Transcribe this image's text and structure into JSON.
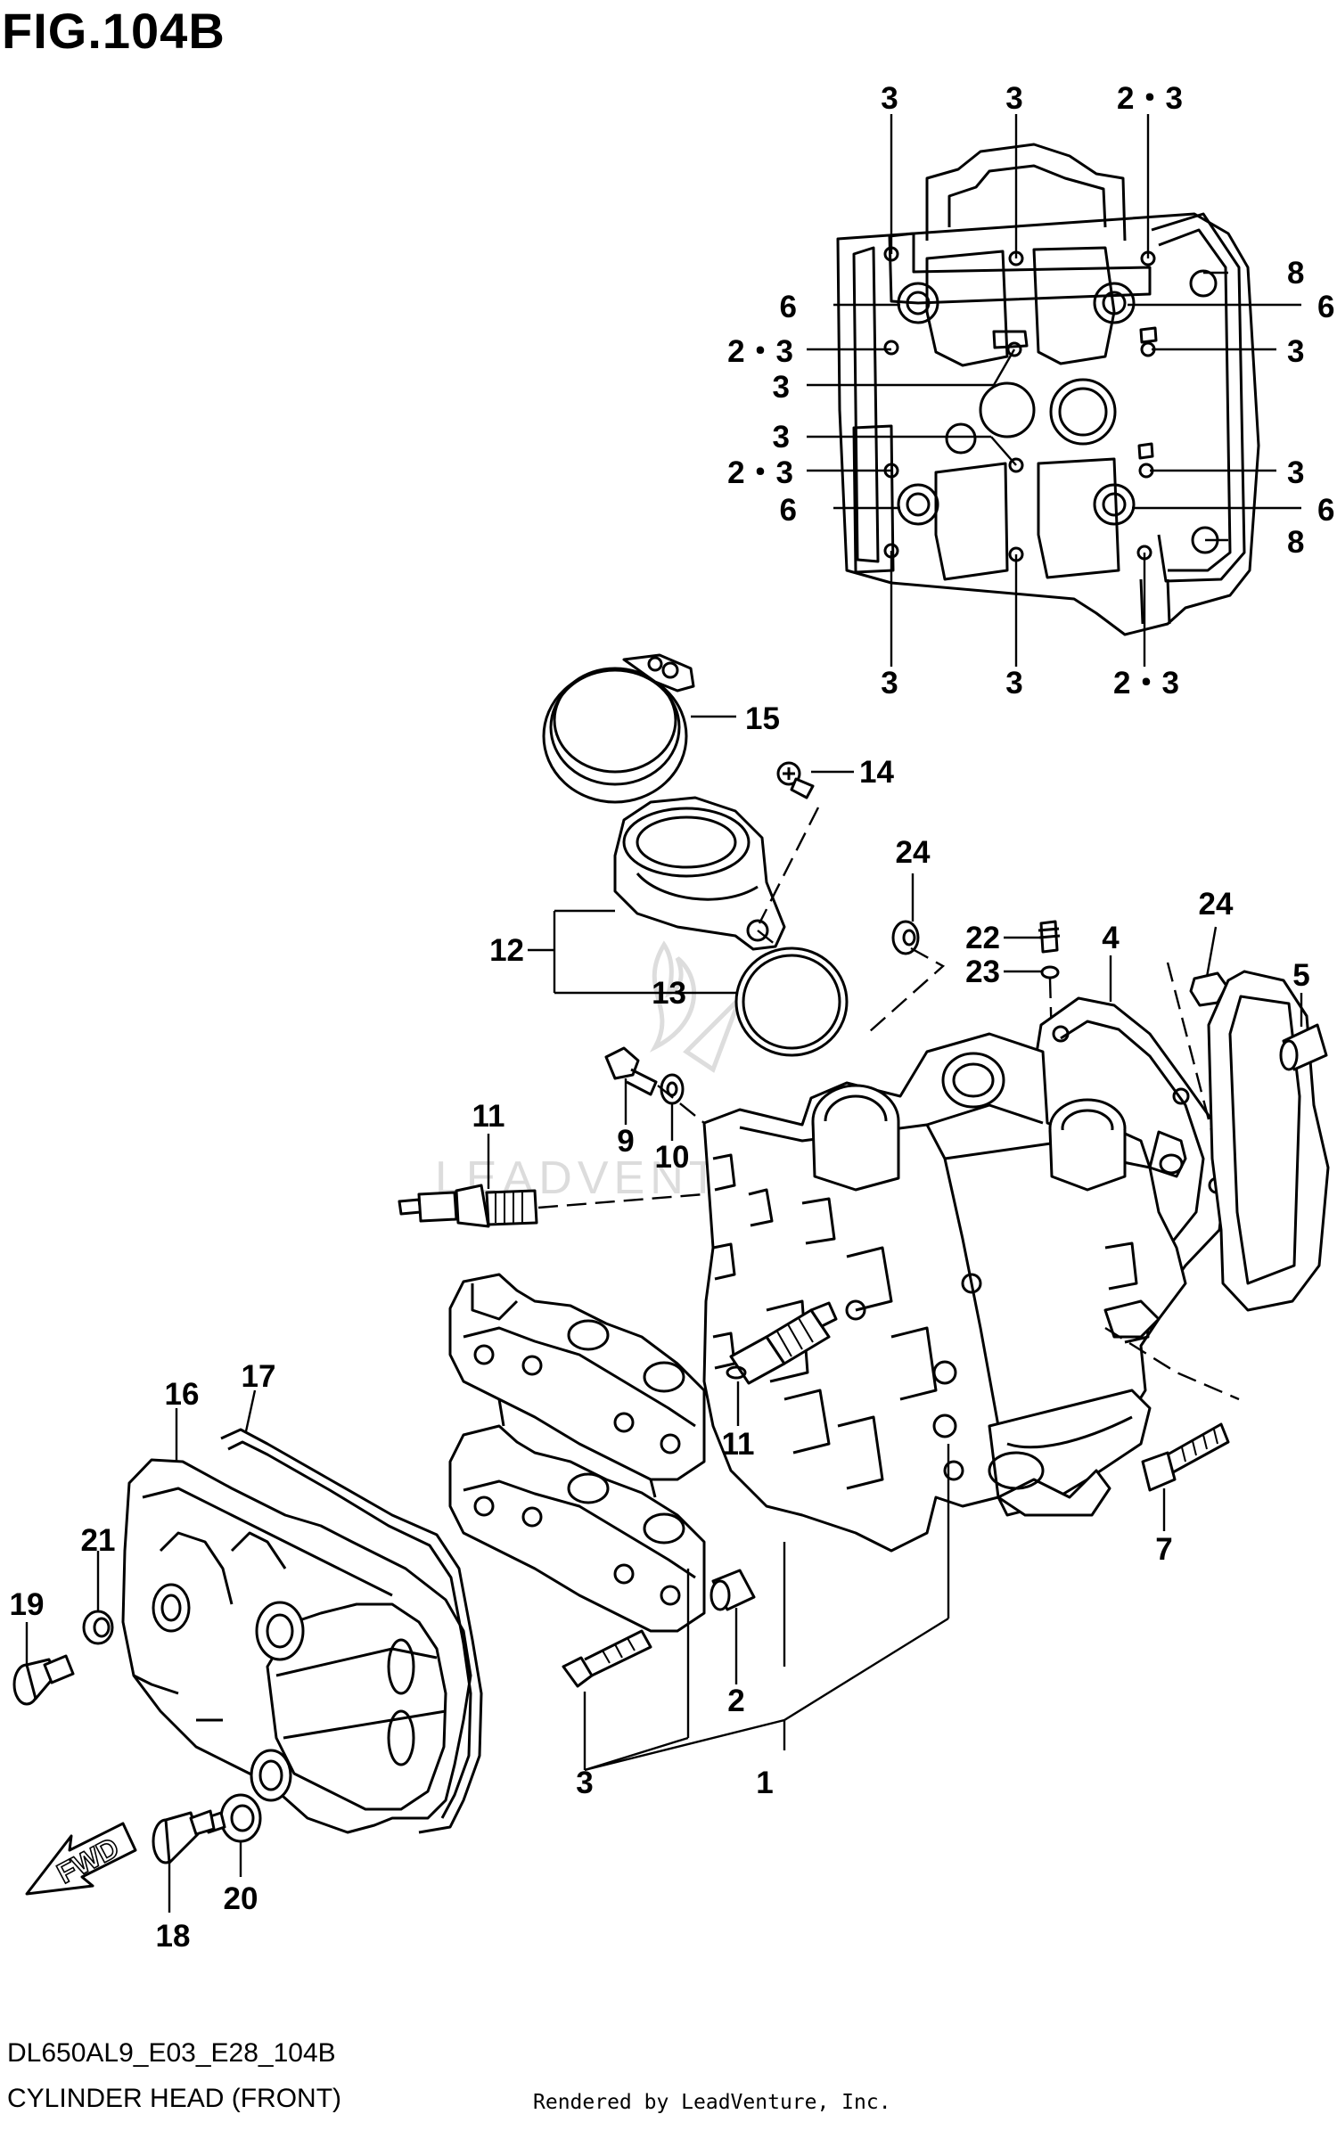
{
  "figure": {
    "title": "FIG.104B",
    "model_code": "DL650AL9_E03_E28_104B",
    "name": "CYLINDER HEAD (FRONT)",
    "rendered_by": "Rendered by LeadVenture, Inc.",
    "watermark": "LEADVENTURE",
    "fwd_label": "FWD"
  },
  "callouts": [
    {
      "id": "c1",
      "label": "3"
    },
    {
      "id": "c2",
      "label": "3"
    },
    {
      "id": "c3",
      "label": "2・3"
    },
    {
      "id": "c4",
      "label": "8"
    },
    {
      "id": "c5",
      "label": "6"
    },
    {
      "id": "c6",
      "label": "6"
    },
    {
      "id": "c7",
      "label": "2・3"
    },
    {
      "id": "c8",
      "label": "3"
    },
    {
      "id": "c9",
      "label": "3"
    },
    {
      "id": "c10",
      "label": "3"
    },
    {
      "id": "c11",
      "label": "2・3"
    },
    {
      "id": "c12",
      "label": "3"
    },
    {
      "id": "c13",
      "label": "6"
    },
    {
      "id": "c14",
      "label": "6"
    },
    {
      "id": "c15",
      "label": "8"
    },
    {
      "id": "c16",
      "label": "3"
    },
    {
      "id": "c17",
      "label": "3"
    },
    {
      "id": "c18",
      "label": "2・3"
    },
    {
      "id": "c19",
      "label": "15"
    },
    {
      "id": "c20",
      "label": "14"
    },
    {
      "id": "c21",
      "label": "24"
    },
    {
      "id": "c22",
      "label": "24"
    },
    {
      "id": "c23",
      "label": "22"
    },
    {
      "id": "c24",
      "label": "23"
    },
    {
      "id": "c25",
      "label": "4"
    },
    {
      "id": "c26",
      "label": "5"
    },
    {
      "id": "c27",
      "label": "12"
    },
    {
      "id": "c28",
      "label": "13"
    },
    {
      "id": "c29",
      "label": "9"
    },
    {
      "id": "c30",
      "label": "10"
    },
    {
      "id": "c31",
      "label": "11"
    },
    {
      "id": "c32",
      "label": "11"
    },
    {
      "id": "c33",
      "label": "16"
    },
    {
      "id": "c34",
      "label": "17"
    },
    {
      "id": "c35",
      "label": "21"
    },
    {
      "id": "c36",
      "label": "19"
    },
    {
      "id": "c37",
      "label": "7"
    },
    {
      "id": "c38",
      "label": "2"
    },
    {
      "id": "c39",
      "label": "3"
    },
    {
      "id": "c40",
      "label": "1"
    },
    {
      "id": "c41",
      "label": "20"
    },
    {
      "id": "c42",
      "label": "18"
    }
  ]
}
